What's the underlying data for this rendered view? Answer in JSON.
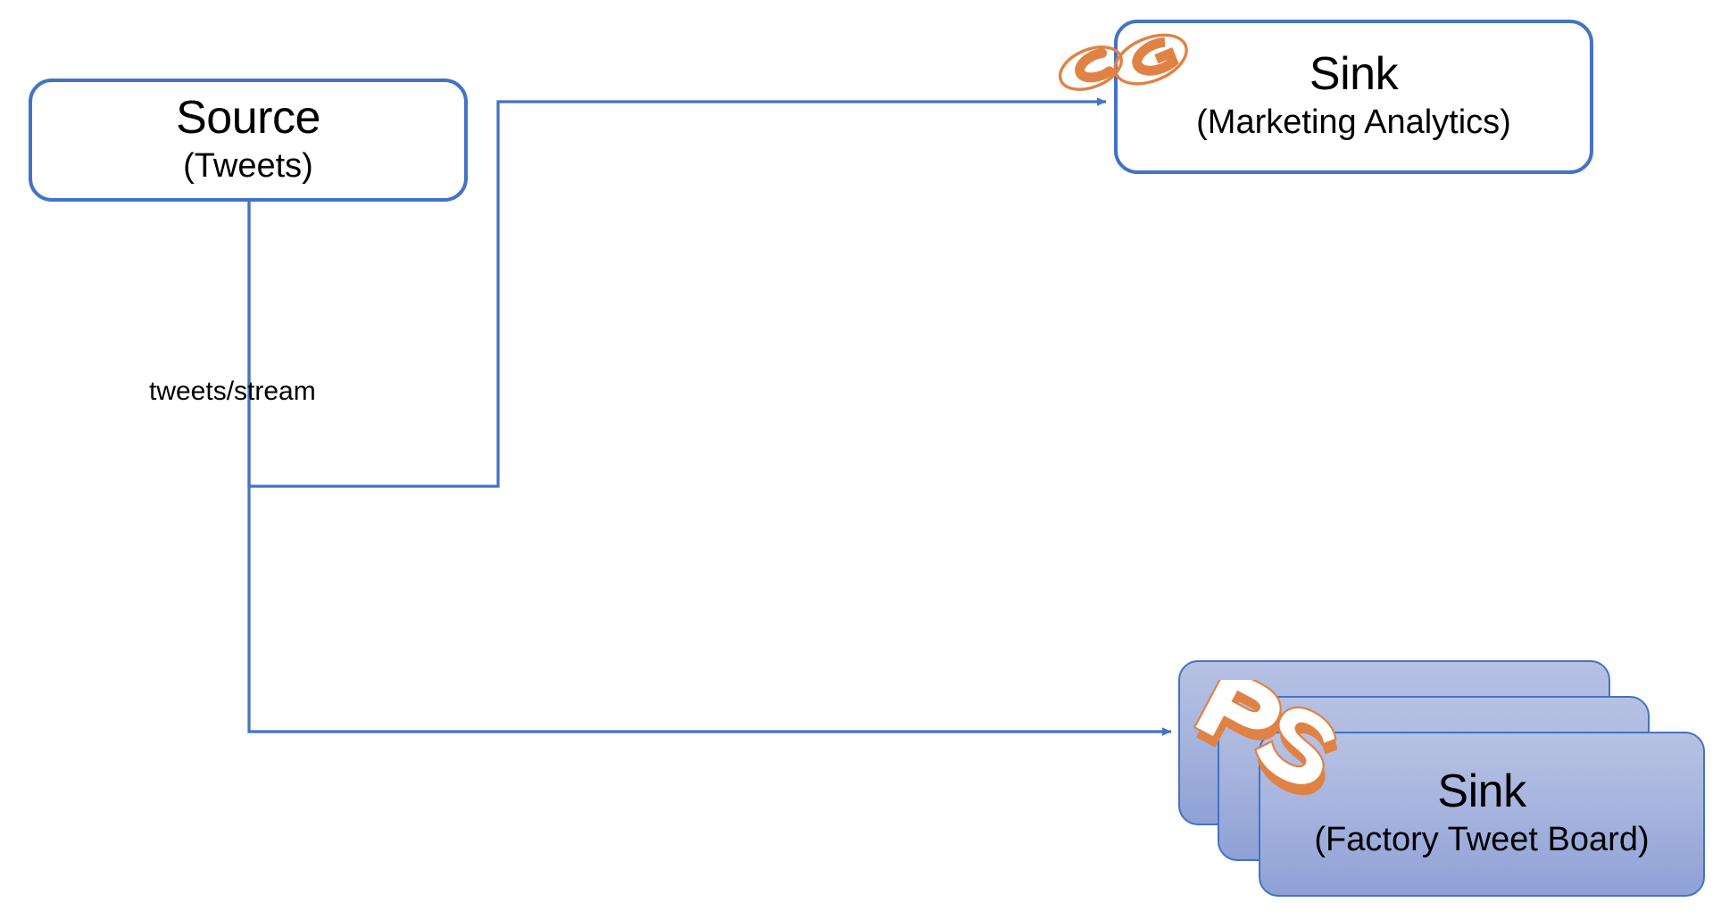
{
  "diagram": {
    "type": "dataflow",
    "background": "#ffffff",
    "palette": {
      "connector_blue": "#4472c4",
      "box_border_blue": "#4472c4",
      "box_fill_white": "#ffffff",
      "stack_fill_top": "#b6c1e3",
      "stack_fill_bottom": "#8ea1d6",
      "logo_orange": "#e08244",
      "logo_white": "#ffffff",
      "text_black": "#000000"
    },
    "nodes": [
      {
        "id": "source",
        "title": "Source",
        "subtitle": "(Tweets)",
        "style": "rounded-outline",
        "icon": null
      },
      {
        "id": "sink-marketing",
        "title": "Sink",
        "subtitle": "(Marketing Analytics)",
        "style": "rounded-outline",
        "icon": "cg-logo-icon",
        "icon_text": "CG"
      },
      {
        "id": "sink-board",
        "title": "Sink",
        "subtitle": "(Factory Tweet Board)",
        "style": "stacked-gradient",
        "stack_count": 3,
        "icon": "ps-logo-icon",
        "icon_text": "PS"
      }
    ],
    "edges": [
      {
        "id": "edge-source-to-marketing",
        "from": "source",
        "to": "sink-marketing",
        "label": "tweets/stream",
        "arrowhead": "filled-triangle"
      },
      {
        "id": "edge-source-to-board",
        "from": "source",
        "to": "sink-board",
        "label": "",
        "arrowhead": "filled-triangle"
      }
    ],
    "labels": {
      "tweets_stream": "tweets/stream"
    }
  }
}
